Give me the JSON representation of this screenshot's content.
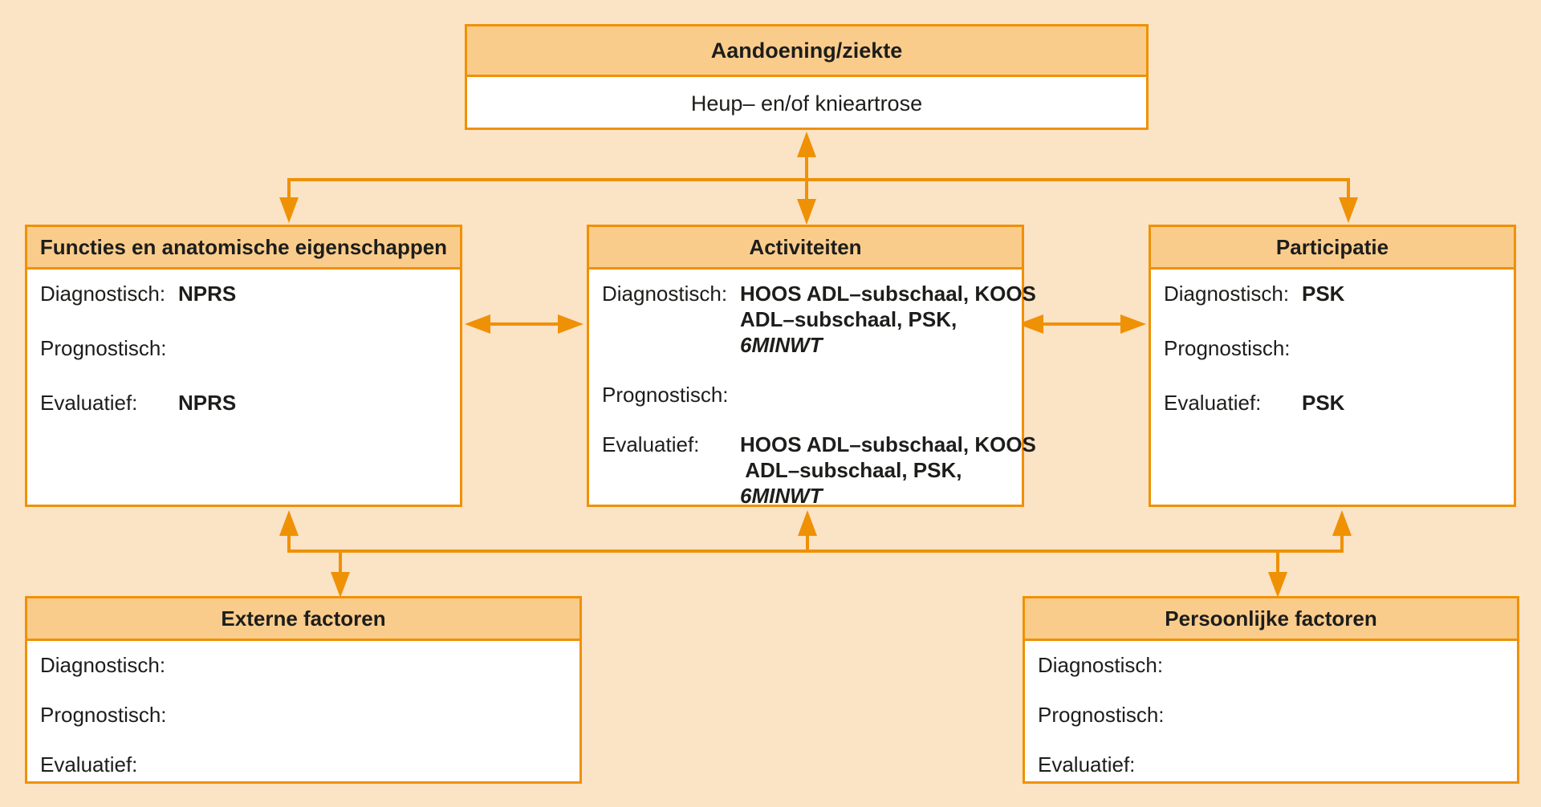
{
  "colors": {
    "background": "#FBE3C6",
    "box_header_fill": "#FACC8C",
    "box_body_fill": "#FFFFFF",
    "border_and_arrows": "#EF9104",
    "text": "#1D1D1B"
  },
  "boxes": {
    "condition": {
      "title": "Aandoening/ziekte",
      "body": "Heup– en/of knieartrose"
    },
    "functions": {
      "title": "Functies en anatomische eigenschappen",
      "rows": [
        {
          "label": "Diagnostisch:",
          "lines": [
            {
              "t": "NPRS",
              "i": false
            }
          ]
        },
        {
          "label": "Prognostisch:",
          "lines": []
        },
        {
          "label": "Evaluatief:",
          "lines": [
            {
              "t": "NPRS",
              "i": false
            }
          ]
        }
      ]
    },
    "activities": {
      "title": "Activiteiten",
      "rows": [
        {
          "label": "Diagnostisch:",
          "lines": [
            {
              "t": "HOOS ADL–subschaal, KOOS",
              "i": false
            },
            {
              "t": "ADL–subschaal, PSK,",
              "i": false
            },
            {
              "t": "6MINWT",
              "i": true
            }
          ]
        },
        {
          "label": "Prognostisch:",
          "lines": []
        },
        {
          "label": "Evaluatief:",
          "lines": [
            {
              "t": "HOOS ADL–subschaal, KOOS",
              "i": false
            },
            {
              "t": " ADL–subschaal, PSK,",
              "i": false
            },
            {
              "t": "6MINWT",
              "i": true
            }
          ]
        }
      ]
    },
    "participation": {
      "title": "Participatie",
      "rows": [
        {
          "label": "Diagnostisch:",
          "lines": [
            {
              "t": "PSK",
              "i": false
            }
          ]
        },
        {
          "label": "Prognostisch:",
          "lines": []
        },
        {
          "label": "Evaluatief:",
          "lines": [
            {
              "t": "PSK",
              "i": false
            }
          ]
        }
      ]
    },
    "external": {
      "title": "Externe factoren",
      "rows": [
        {
          "label": "Diagnostisch:",
          "lines": []
        },
        {
          "label": "Prognostisch:",
          "lines": []
        },
        {
          "label": "Evaluatief:",
          "lines": []
        }
      ]
    },
    "personal": {
      "title": "Persoonlijke factoren",
      "rows": [
        {
          "label": "Diagnostisch:",
          "lines": []
        },
        {
          "label": "Prognostisch:",
          "lines": []
        },
        {
          "label": "Evaluatief:",
          "lines": []
        }
      ]
    }
  }
}
